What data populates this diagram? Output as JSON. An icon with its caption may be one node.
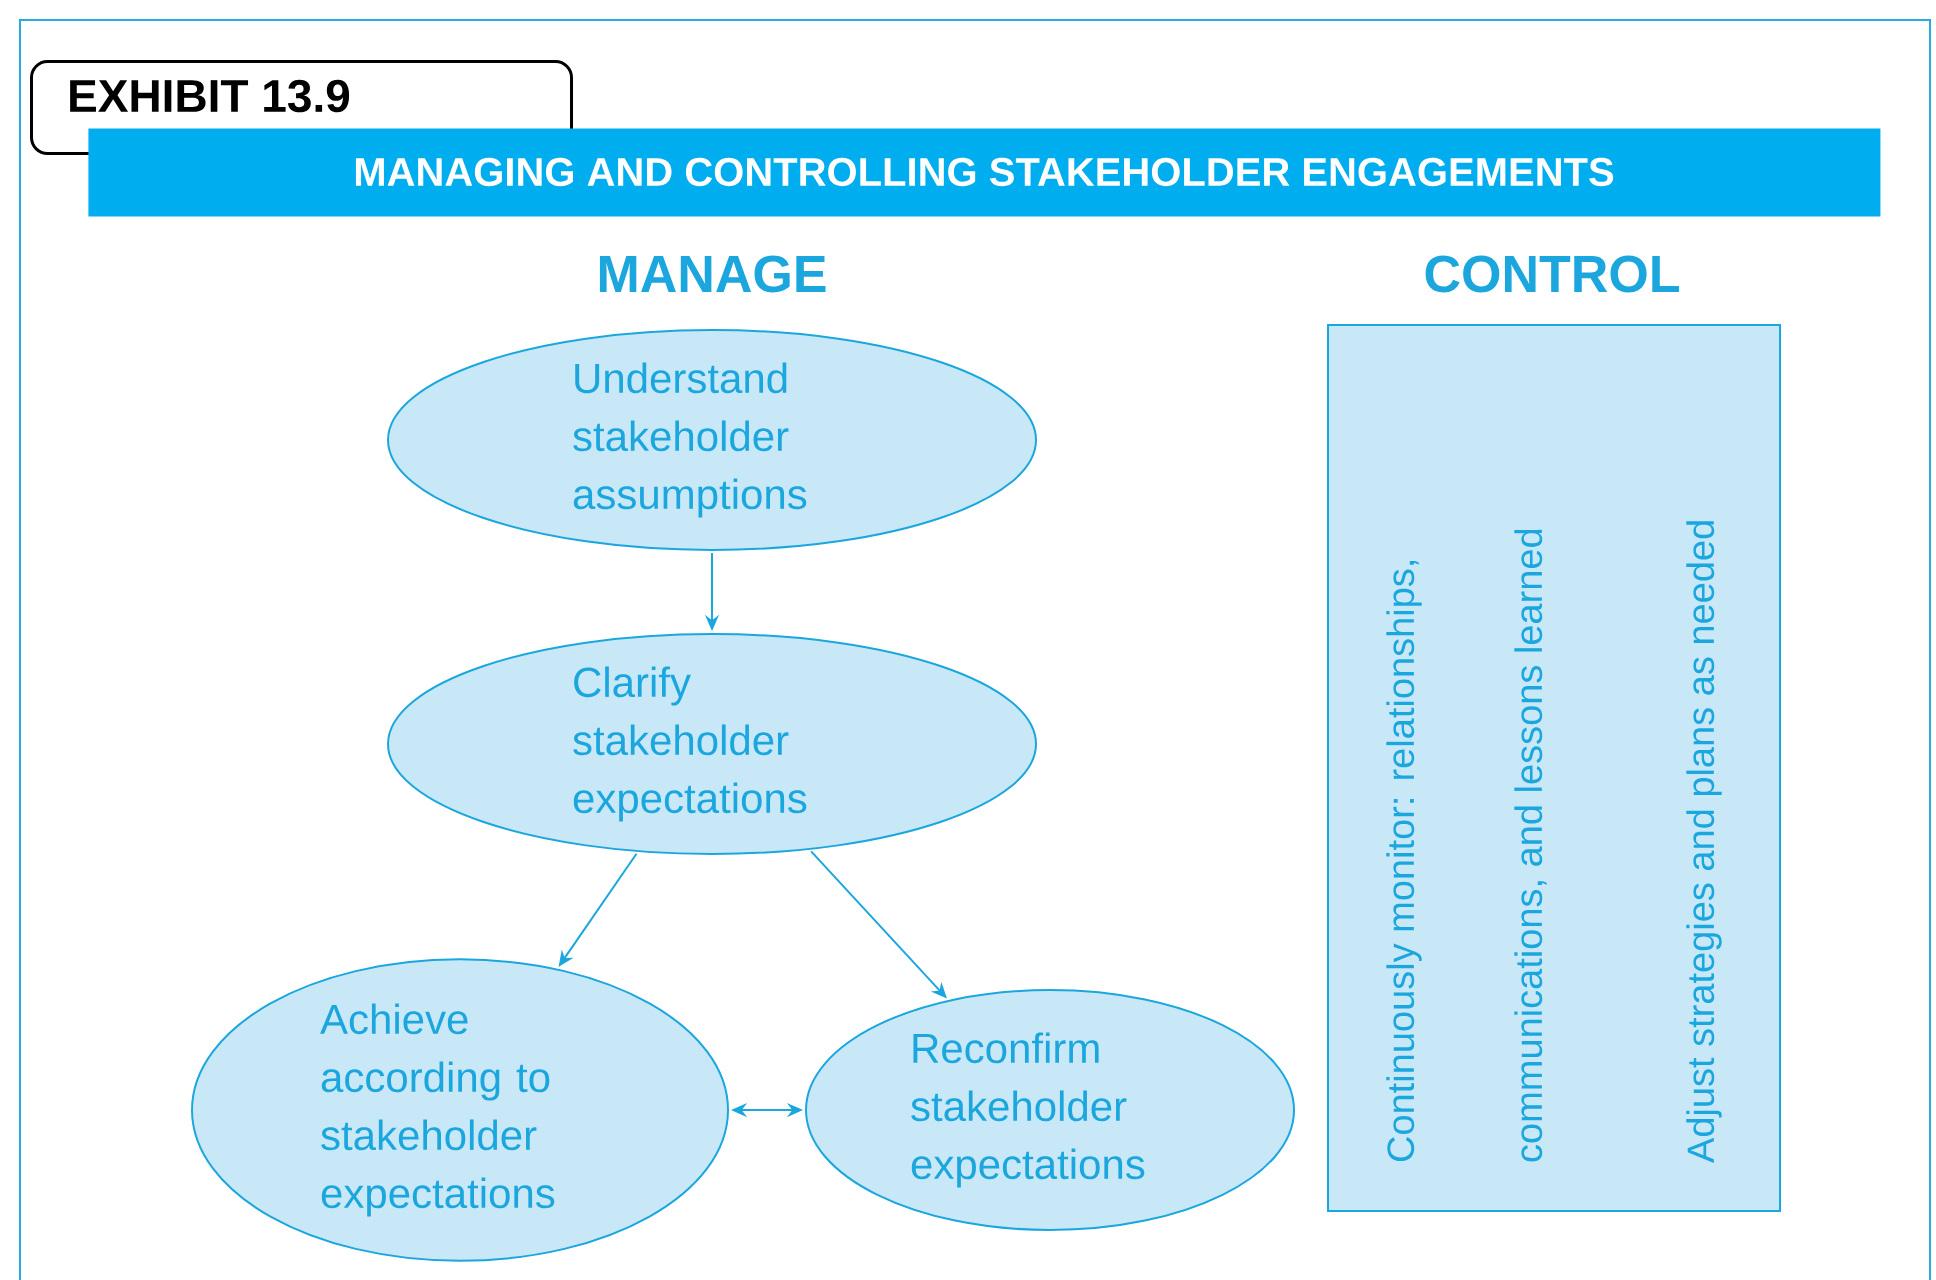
{
  "diagram": {
    "title": "MANAGING AND CONTROLLING STAKEHOLDER ENGAGEMENTS",
    "nodes": [
      {
        "text": [
          "Understand stakeholder assumptions"
        ]
      },
      {
        "text": [
          "Clarify stakeholder expectations"
        ]
      },
      {
        "text": [
          "Achieve according to stakeholder expectations"
        ]
      },
      {
        "text": [
          "Reconfirm stakeholder expectations"
        ]
      },
      {
        "text": [
          "CONTROL",
          "Continuously monitor: relationships, communications, and lessons learned",
          "Adjust strategies and plans as needed"
        ]
      }
    ],
    "edges": [
      {
        "from": 0,
        "to": 1,
        "arrow": "to"
      },
      {
        "from": 1,
        "to": 2,
        "arrow": "to"
      },
      {
        "from": 1,
        "to": 3,
        "arrow": "to"
      },
      {
        "from": 2,
        "to": 3,
        "arrow": "both"
      }
    ],
    "labels": [
      "EXHIBIT 13.9",
      "MANAGE"
    ]
  }
}
